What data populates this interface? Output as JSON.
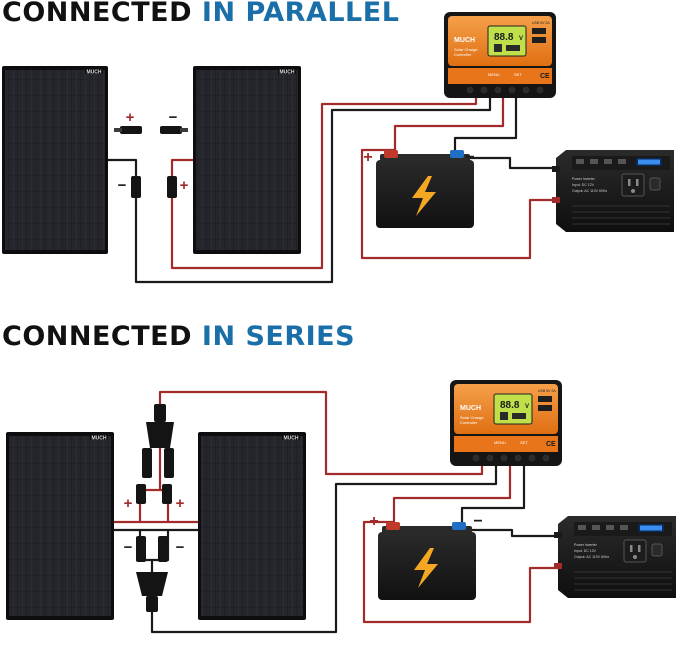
{
  "sections": {
    "parallel": {
      "title_part1": "CONNECTED",
      "title_part2": "IN PARALLEL"
    },
    "series": {
      "title_part1": "CONNECTED",
      "title_part2": "IN SERIES"
    }
  },
  "panel_brand": "MUCH",
  "controller": {
    "brand": "MUCH",
    "subtitle_line1": "Solar Charge",
    "subtitle_line2": "Controller",
    "usb_label": "USB 5V 2A",
    "lcd_reading": "88.8",
    "lcd_unit": "V",
    "menu_label": "MENU",
    "set_label": "SET",
    "ce_mark": "CE"
  },
  "inverter": {
    "info_line1": "Power Inverter",
    "info_line2": "Input: DC 12V",
    "info_line3": "Output: AC 110V 60Hz"
  },
  "polarity": {
    "plus": "+",
    "minus": "−"
  },
  "colors": {
    "heading_dark": "#111111",
    "heading_blue": "#1b6fa8",
    "wire_red": "#a32a2a",
    "wire_black": "#1a1a1a",
    "controller_orange": "#f07f1f",
    "lcd_green": "#bfe04a",
    "battery_bolt": "#f5a623",
    "panel_cell": "#1c1d22"
  }
}
